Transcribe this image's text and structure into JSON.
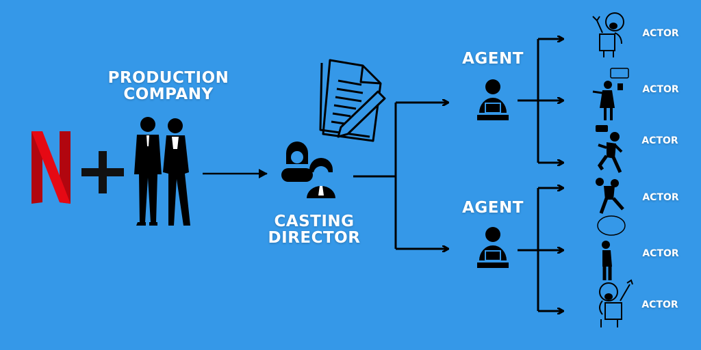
{
  "diagram": {
    "title": "Casting process flow",
    "background": "#3598e8",
    "accent_red": "#e50914",
    "producer": {
      "logo": "netflix-n-logo",
      "plus": "+",
      "label_line1": "PRODUCTION",
      "label_line2": "COMPANY"
    },
    "casting": {
      "label_line1": "CASTING",
      "label_line2": "DIRECTOR"
    },
    "agents": [
      {
        "label": "AGENT",
        "actors": [
          "ACTOR",
          "ACTOR",
          "ACTOR"
        ]
      },
      {
        "label": "AGENT",
        "actors": [
          "ACTOR",
          "ACTOR",
          "ACTOR"
        ]
      }
    ]
  }
}
